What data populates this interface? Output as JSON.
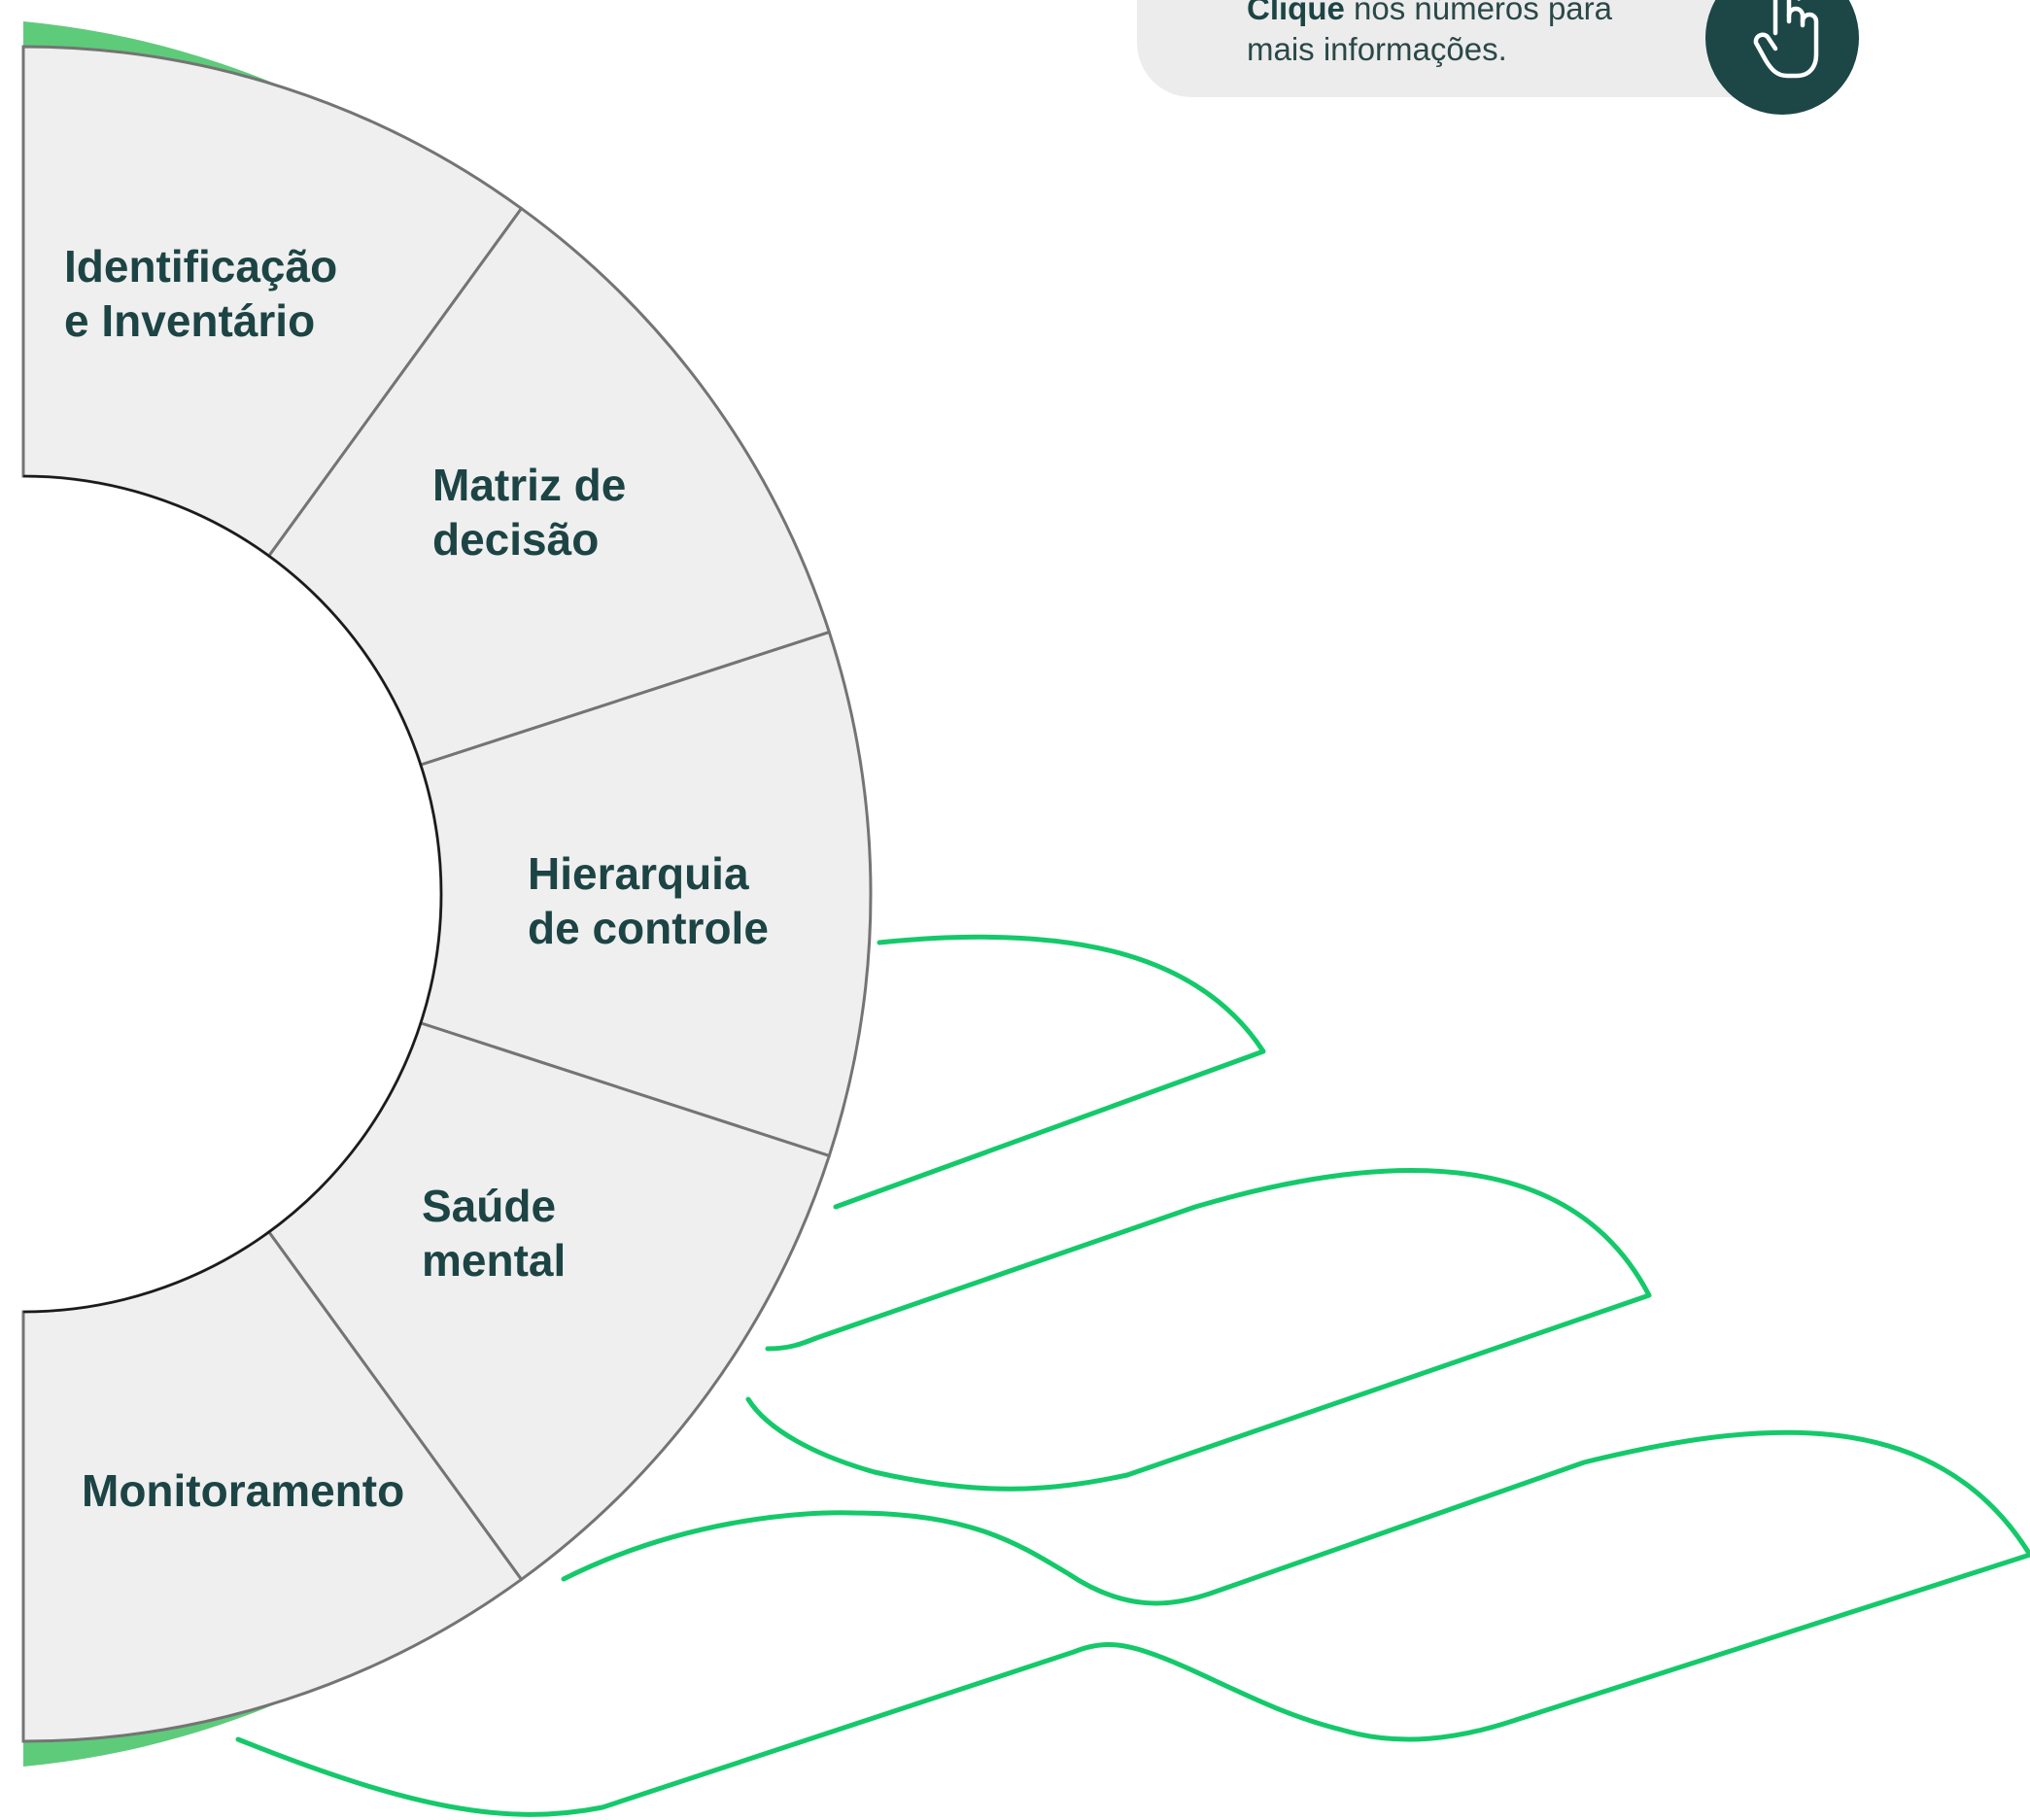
{
  "hint": {
    "action_word": "Clique",
    "line1_rest": " nos números para",
    "line2": "mais informações."
  },
  "segments": [
    {
      "label_line1": "Identificação",
      "label_line2": "e Inventário"
    },
    {
      "label_line1": "Matriz de",
      "label_line2": "decisão"
    },
    {
      "label_line1": "Hierarquia",
      "label_line2": "de controle"
    },
    {
      "label_line1": "Saúde",
      "label_line2": "mental"
    },
    {
      "label_line1": "Monitoramento",
      "label_line2": ""
    }
  ],
  "icons": {
    "hint_button": "tap-hand-icon"
  },
  "colors": {
    "ring_accent": "#5ecb7a",
    "wave_lines": "#14c96a",
    "segment_fill": "#efefef",
    "label_text": "#1d4444",
    "button_bg": "#1d4646"
  }
}
